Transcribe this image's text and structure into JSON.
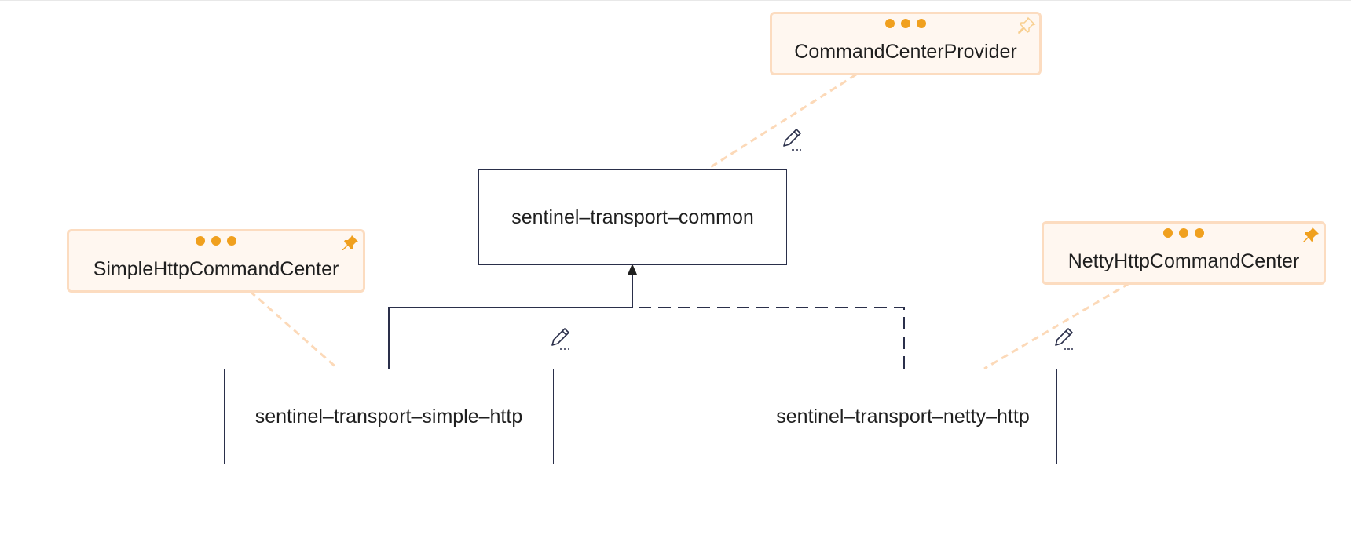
{
  "modules": {
    "common": "sentinel–transport–common",
    "simple_http": "sentinel–transport–simple–http",
    "netty_http": "sentinel–transport–netty–http"
  },
  "notes": {
    "command_center_provider": "CommandCenterProvider",
    "simple_http_command_center": "SimpleHttpCommandCenter",
    "netty_http_command_center": "NettyHttpCommandCenter"
  },
  "icons": {
    "note_menu": "more-dots-icon",
    "note_pin": "pin-icon",
    "edit": "pencil-edit-icon"
  },
  "colors": {
    "module_border": "#2a2f4a",
    "note_border": "#fcdcc0",
    "note_fill": "#fff7f0",
    "note_connector": "#fcd9b8",
    "accent": "#f0a01e"
  }
}
